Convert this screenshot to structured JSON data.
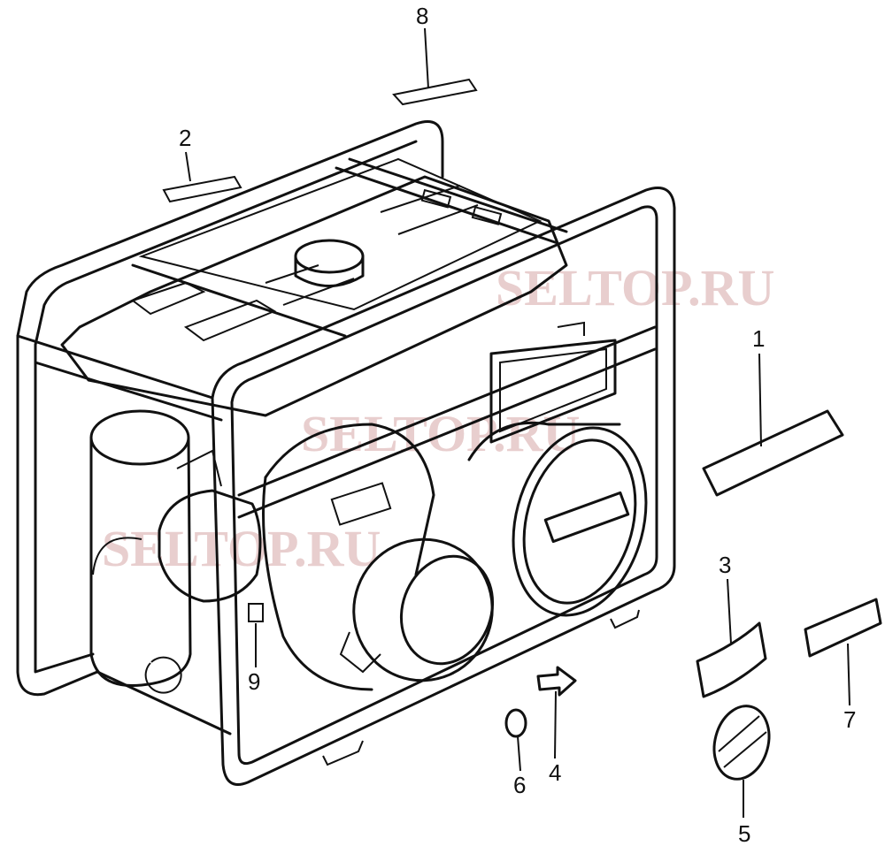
{
  "diagram": {
    "watermarks": [
      "SELTOP.RU",
      "SELTOP.RU",
      "SELTOP.RU"
    ],
    "watermark_color": "#e3c3c3",
    "callouts": [
      {
        "id": "callout-1",
        "label": "1",
        "part": "label-plate-right"
      },
      {
        "id": "callout-2",
        "label": "2",
        "part": "label-top-left"
      },
      {
        "id": "callout-3",
        "label": "3",
        "part": "curved-label"
      },
      {
        "id": "callout-4",
        "label": "4",
        "part": "arrow-label"
      },
      {
        "id": "callout-5",
        "label": "5",
        "part": "round-label"
      },
      {
        "id": "callout-6",
        "label": "6",
        "part": "small-oval-label"
      },
      {
        "id": "callout-7",
        "label": "7",
        "part": "rect-label"
      },
      {
        "id": "callout-8",
        "label": "8",
        "part": "label-top"
      },
      {
        "id": "callout-9",
        "label": "9",
        "part": "small-square-label"
      }
    ]
  }
}
